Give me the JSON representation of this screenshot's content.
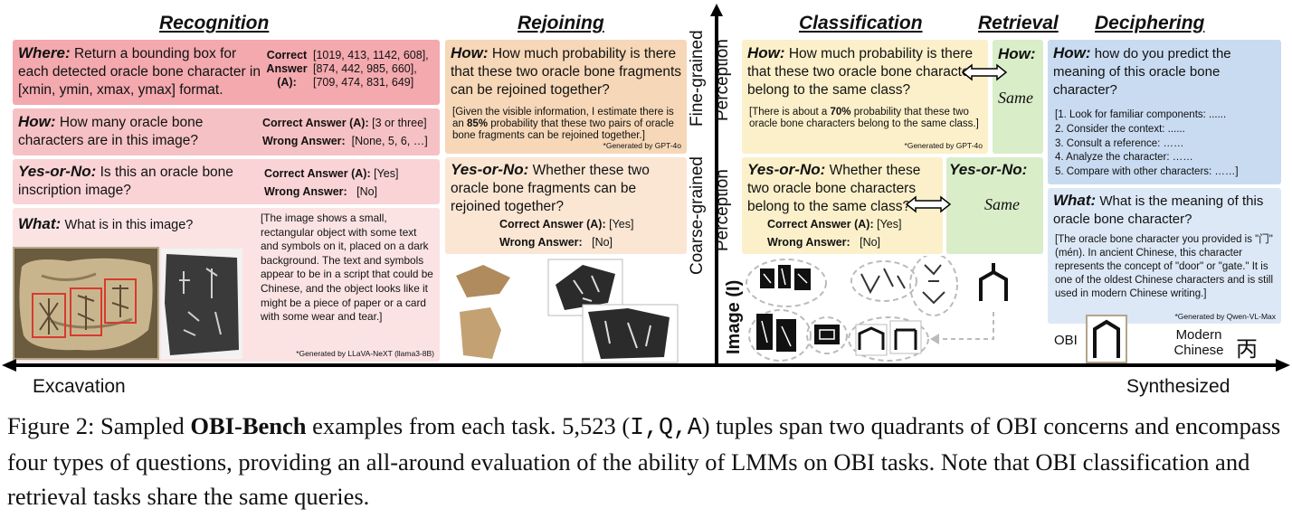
{
  "titles": {
    "recognition": "Recognition",
    "rejoining": "Rejoining",
    "classification": "Classification",
    "retrieval": "Retrieval",
    "deciphering": "Deciphering"
  },
  "axes": {
    "fine_grained": "Fine-grained",
    "coarse_grained": "Coarse-grained",
    "perception1": "Perception",
    "perception2": "Perception",
    "image": "Image (I)",
    "excavation": "Excavation",
    "synthesized": "Synthesized"
  },
  "recognition": {
    "where_label": "Where:",
    "where_text": "Return a bounding box for each detected oracle bone character in [xmin, ymin, xmax, ymax] format.",
    "where_ans_label": "Correct Answer (A):",
    "where_ans": "[1019, 413, 1142, 608], [874, 442, 985, 660], [709, 474, 831, 649]",
    "how_label": "How:",
    "how_text": "How many oracle bone characters are in this image?",
    "how_correct_label": "Correct Answer (A):",
    "how_correct": "[3 or three]",
    "how_wrong_label": "Wrong Answer:",
    "how_wrong": "[None, 5, 6, …]",
    "yn_label": "Yes-or-No:",
    "yn_text": "Is this an oracle bone inscription image?",
    "yn_correct_label": "Correct Answer (A):",
    "yn_correct": "[Yes]",
    "yn_wrong_label": "Wrong Answer:",
    "yn_wrong": "[No]",
    "what_label": "What:",
    "what_text": "What is in this image?",
    "what_ans": "[The image shows a small, rectangular object with some text and symbols on it, placed on a dark background. The text and symbols appear to be in a script that could be Chinese, and the object looks like it might be a piece of paper or a card with some wear and tear.]",
    "what_gen": "*Generated by LLaVA-NeXT (llama3-8B)"
  },
  "rejoining": {
    "how_label": "How:",
    "how_text": "How much probability is there that these two oracle bone fragments can be rejoined together?",
    "how_ans_pre": "[Given the visible information, I estimate there is an ",
    "how_ans_bold": "85%",
    "how_ans_post": " probability that these two pairs of oracle bone fragments can be rejoined together.]",
    "how_gen": "*Generated by GPT-4o",
    "yn_label": "Yes-or-No:",
    "yn_text": "Whether these two oracle bone fragments can be rejoined together?",
    "yn_correct_label": "Correct Answer (A):",
    "yn_correct": "[Yes]",
    "yn_wrong_label": "Wrong Answer:",
    "yn_wrong": "[No]"
  },
  "classification": {
    "how_label": "How:",
    "how_text": "How much probability is there that these two oracle bone characters belong to the same class?",
    "how_ans_pre": "[There is about a ",
    "how_ans_bold": "70%",
    "how_ans_post": " probability that these two oracle bone characters belong to the same class.]",
    "how_gen": "*Generated by GPT-4o",
    "yn_label": "Yes-or-No:",
    "yn_text": "Whether these two oracle bone characters belong to the same class?",
    "yn_correct_label": "Correct Answer (A):",
    "yn_correct": "[Yes]",
    "yn_wrong_label": "Wrong Answer:",
    "yn_wrong": "[No]"
  },
  "retrieval": {
    "how_label": "How:",
    "how_same": "Same",
    "yn_label": "Yes-or-No:",
    "yn_same": "Same"
  },
  "deciphering": {
    "how_label": "How:",
    "how_text": "how do you predict the meaning of this oracle bone character?",
    "steps": [
      "[1. Look for familiar components: ......",
      "2. Consider the context: ......",
      "3. Consult a reference: ……",
      "4. Analyze the character: ……",
      "5. Compare with other characters: ……]"
    ],
    "what_label": "What:",
    "what_text": "What is the meaning of this oracle bone character?",
    "what_ans": "[The oracle bone character you provided is \"门\" (mén). In ancient Chinese, this character represents the concept of \"door\" or \"gate.\" It is one of the oldest Chinese characters and is still used in modern Chinese writing.]",
    "what_gen": "*Generated by Qwen-VL-Max",
    "obi_label": "OBI",
    "modern_label": "Modern Chinese",
    "modern_char": "丙"
  },
  "caption": {
    "prefix": "Figure 2: Sampled ",
    "bold": "OBI-Bench",
    "mid1": " examples from each task. 5,523 (",
    "mono": "I,Q,A",
    "rest": ") tuples span two quadrants of OBI concerns and encompass four types of questions, providing an all-around evaluation of the ability of LMMs on OBI tasks. Note that OBI classification and retrieval tasks share the same queries."
  },
  "colors": {
    "pink": "#f3a9ae",
    "peach": "#f6d7b7",
    "yellow": "#fbf0c9",
    "green": "#d9edc9",
    "blue": "#c9dbf1"
  }
}
